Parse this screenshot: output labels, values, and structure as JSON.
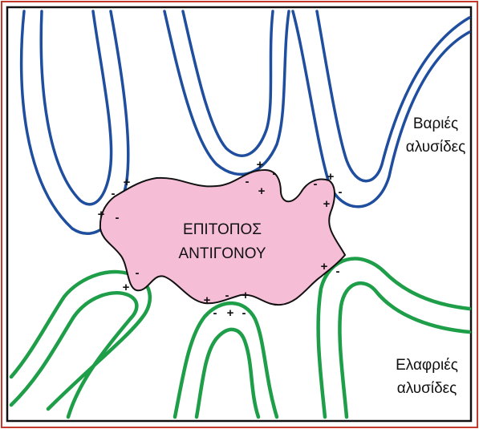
{
  "labels": {
    "heavy_chains_line1": "Βαριές",
    "heavy_chains_line2": "αλυσίδες",
    "light_chains_line1": "Ελαφριές",
    "light_chains_line2": "αλυσίδες",
    "epitope_line1": "ΕΠΙΤΟΠΟΣ",
    "epitope_line2": "ΑΝΤΙΓΟΝΟΥ"
  },
  "charges": {
    "plus": "+",
    "minus": "-"
  },
  "colors": {
    "outer_frame": "#c0392b",
    "heavy_chain": "#1f4e9e",
    "light_chain": "#1e9e48",
    "epitope_fill": "#f6bdd6",
    "outline": "#111111"
  }
}
